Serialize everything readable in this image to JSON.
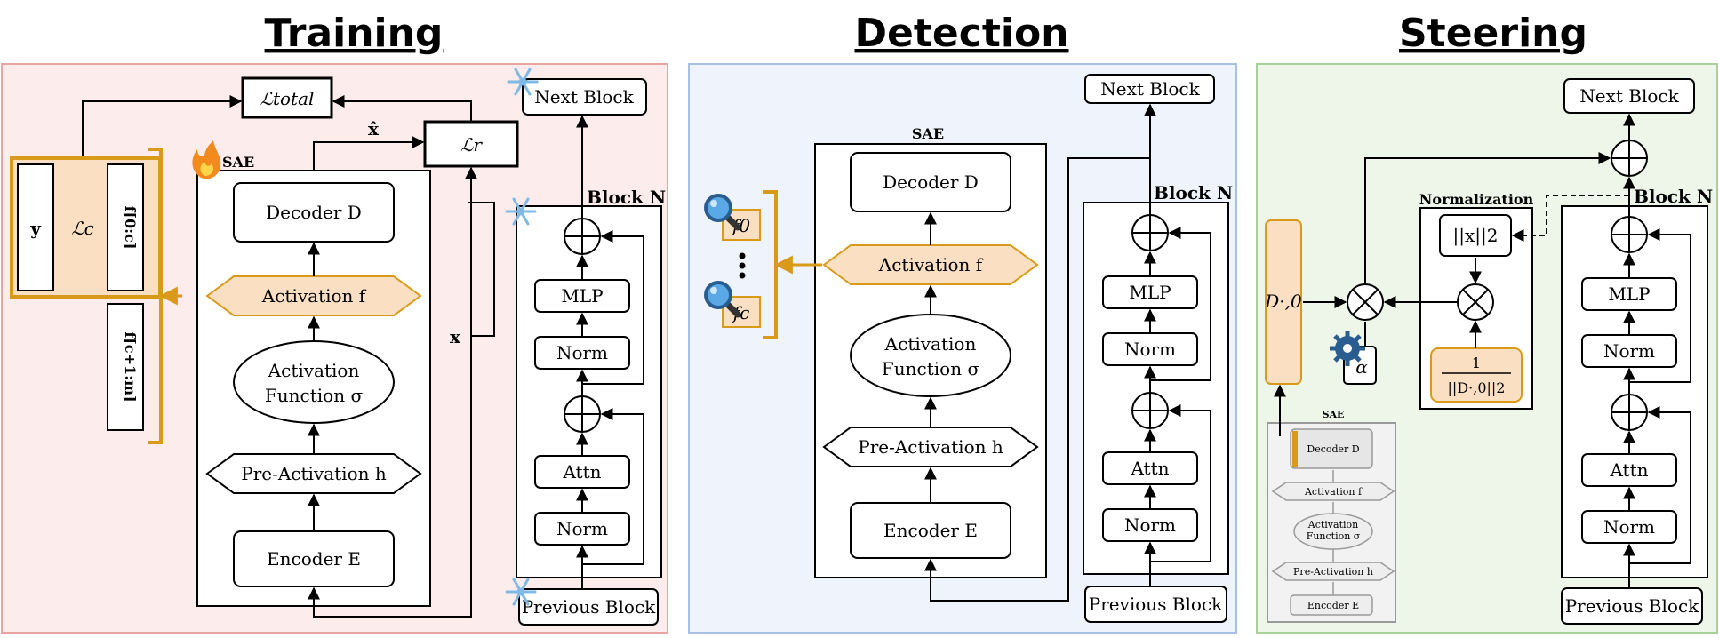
{
  "panels": {
    "training": {
      "title": "Training"
    },
    "detection": {
      "title": "Detection"
    },
    "steering": {
      "title": "Steering"
    }
  },
  "sae": {
    "label": "SAE",
    "decoder": "Decoder D",
    "activation": "Activation f",
    "activation_function_line1": "Activation",
    "activation_function_line2": "Function σ",
    "pre_activation": "Pre-Activation h",
    "encoder": "Encoder E"
  },
  "block": {
    "label": "Block N",
    "mlp": "MLP",
    "norm": "Norm",
    "attn": "Attn",
    "next": "Next Block",
    "previous": "Previous Block"
  },
  "training": {
    "loss_total": "ℒtotal",
    "loss_r": "ℒr",
    "loss_c": "ℒc",
    "y": "y",
    "x_hat": "x̂",
    "x": "x",
    "f_first": "f[0:c]",
    "f_rest": "f[c+1:m]"
  },
  "detection": {
    "f0": "f0",
    "fc": "fc"
  },
  "steering": {
    "normalization": "Normalization",
    "norm_x": "||x||2",
    "inv_norm_num": "1",
    "inv_norm_den": "||D·,0||2",
    "d_col": "D·,0",
    "alpha": "α"
  },
  "colors": {
    "training_bg": "#fdecec",
    "training_border": "#e8a3a3",
    "detection_bg": "#eef3fc",
    "detection_border": "#a9c0e6",
    "steering_bg": "#edf6e8",
    "steering_border": "#a9d29a",
    "accent": "#d99a1a",
    "accent_fill": "#fbdfc2"
  }
}
